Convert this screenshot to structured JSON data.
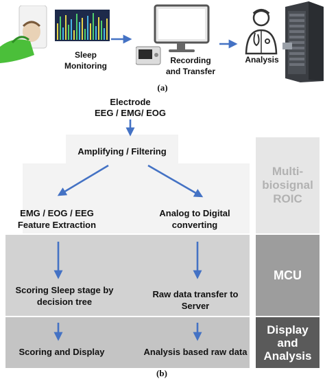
{
  "panel_a": {
    "labels": {
      "sleep_monitoring": "Sleep\nMonitoring",
      "recording": "Recording\nand Transfer",
      "analysis": "Analysis"
    },
    "caption": "(a)"
  },
  "panel_b": {
    "electrode": "Electrode",
    "signals": "EEG / EMG/ EOG",
    "amplifying": "Amplifying / Filtering",
    "feature_extraction": "EMG / EOG / EEG\nFeature Extraction",
    "adc": "Analog to Digital\nconverting",
    "scoring_tree": "Scoring Sleep stage by\ndecision tree",
    "raw_transfer": "Raw data transfer to\nServer",
    "scoring_display": "Scoring and Display",
    "analysis_raw": "Analysis based raw data",
    "side_roic": "Multi-\nbiosignal\nROIC",
    "side_mcu": "MCU",
    "side_display": "Display\nand\nAnalysis",
    "caption": "(b)"
  },
  "colors": {
    "arrow": "#4472c4",
    "roic_band": "#f3f3f3",
    "mcu_band": "#d2d2d2",
    "display_band": "#c4c4c4",
    "side_roic": "#e6e6e6",
    "side_mcu": "#9d9d9d",
    "side_display": "#5a5a5a"
  },
  "icons": [
    "sleeping-person-icon",
    "eeg-monitor-icon",
    "computer-monitor-icon",
    "recording-device-icon",
    "doctor-icon",
    "server-rack-icon"
  ]
}
